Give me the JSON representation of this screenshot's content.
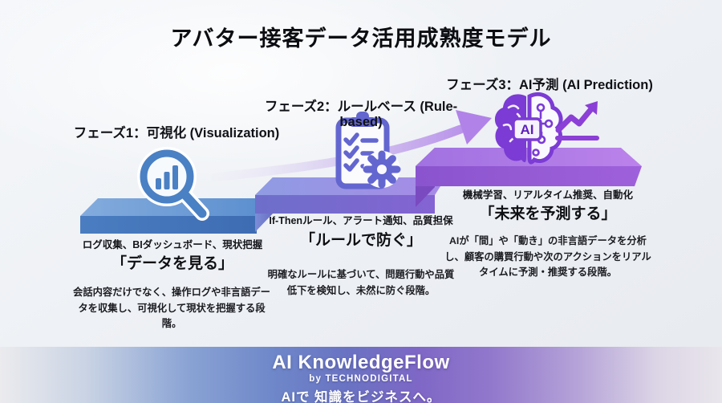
{
  "title": "アバター接客データ活用成熟度モデル",
  "phases": [
    {
      "label": "フェーズ1：可視化 (Visualization)",
      "icon": "magnifier-bar-chart-icon",
      "keywords": "ログ収集、BIダッシュボード、現状把握",
      "quote": "「データを見る」",
      "description": "会話内容だけでなく、操作ログや非言語データを収集し、可視化して現状を把握する段階。",
      "accent": "#4a7fc1"
    },
    {
      "label": "フェーズ2：ルールベース (Rule-based)",
      "icon": "clipboard-checklist-gear-icon",
      "keywords": "If-Thenルール、アラート通知、品質担保",
      "quote": "「ルールで防ぐ」",
      "description": "明確なルールに基づいて、問題行動や品質低下を検知し、未然に防ぐ段階。",
      "accent": "#6366cf"
    },
    {
      "label": "フェーズ3：AI予測 (AI Prediction)",
      "icon": "ai-brain-trend-icon",
      "icon_label": "AI",
      "keywords": "機械学習、リアルタイム推奨、自動化",
      "quote": "「未来を予測する」",
      "description": "AIが「間」や「動き」の非言語データを分析し、顧客の購買行動や次のアクションをリアルタイムに予測・推奨する段階。",
      "accent": "#8b4fd8"
    }
  ],
  "footer": {
    "brand": "AI KnowledgeFlow",
    "byline": "by TECHNODIGITAL",
    "tagline": "AIで 知識をビジネスへ。"
  },
  "colors": {
    "step1_top": "#6f9fd6",
    "step1_front": "#4577bb",
    "step2_top": "#9a91e2",
    "step2_front": "#7569cc",
    "step3_top": "#ab77e3",
    "step3_front": "#9159d4",
    "arrow": "#b48ae6",
    "footer_blue": "#6a73c3",
    "footer_purple": "#9278cc"
  }
}
